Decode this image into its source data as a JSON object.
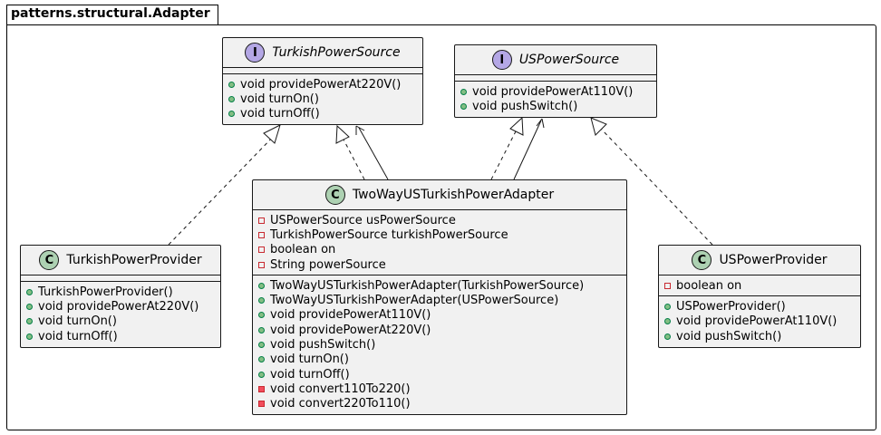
{
  "package": {
    "name": "patterns.structural.Adapter"
  },
  "classes": {
    "turkish_source": {
      "kind": "I",
      "name": "TurkishPowerSource",
      "methods": [
        "void providePowerAt220V()",
        "void turnOn()",
        "void turnOff()"
      ]
    },
    "us_source": {
      "kind": "I",
      "name": "USPowerSource",
      "methods": [
        "void providePowerAt110V()",
        "void pushSwitch()"
      ]
    },
    "turkish_provider": {
      "kind": "C",
      "name": "TurkishPowerProvider",
      "methods": [
        "TurkishPowerProvider()",
        "void providePowerAt220V()",
        "void turnOn()",
        "void turnOff()"
      ]
    },
    "adapter": {
      "kind": "C",
      "name": "TwoWayUSTurkishPowerAdapter",
      "fields": [
        "USPowerSource usPowerSource",
        "TurkishPowerSource turkishPowerSource",
        "boolean on",
        "String powerSource"
      ],
      "methods": [
        "TwoWayUSTurkishPowerAdapter(TurkishPowerSource)",
        "TwoWayUSTurkishPowerAdapter(USPowerSource)",
        "void providePowerAt110V()",
        "void providePowerAt220V()",
        "void pushSwitch()",
        "void turnOn()",
        "void turnOff()",
        "void convert110To220()",
        "void convert220To110()"
      ]
    },
    "us_provider": {
      "kind": "C",
      "name": "USPowerProvider",
      "fields": [
        "boolean on"
      ],
      "methods": [
        "USPowerProvider()",
        "void providePowerAt110V()",
        "void pushSwitch()"
      ]
    }
  }
}
